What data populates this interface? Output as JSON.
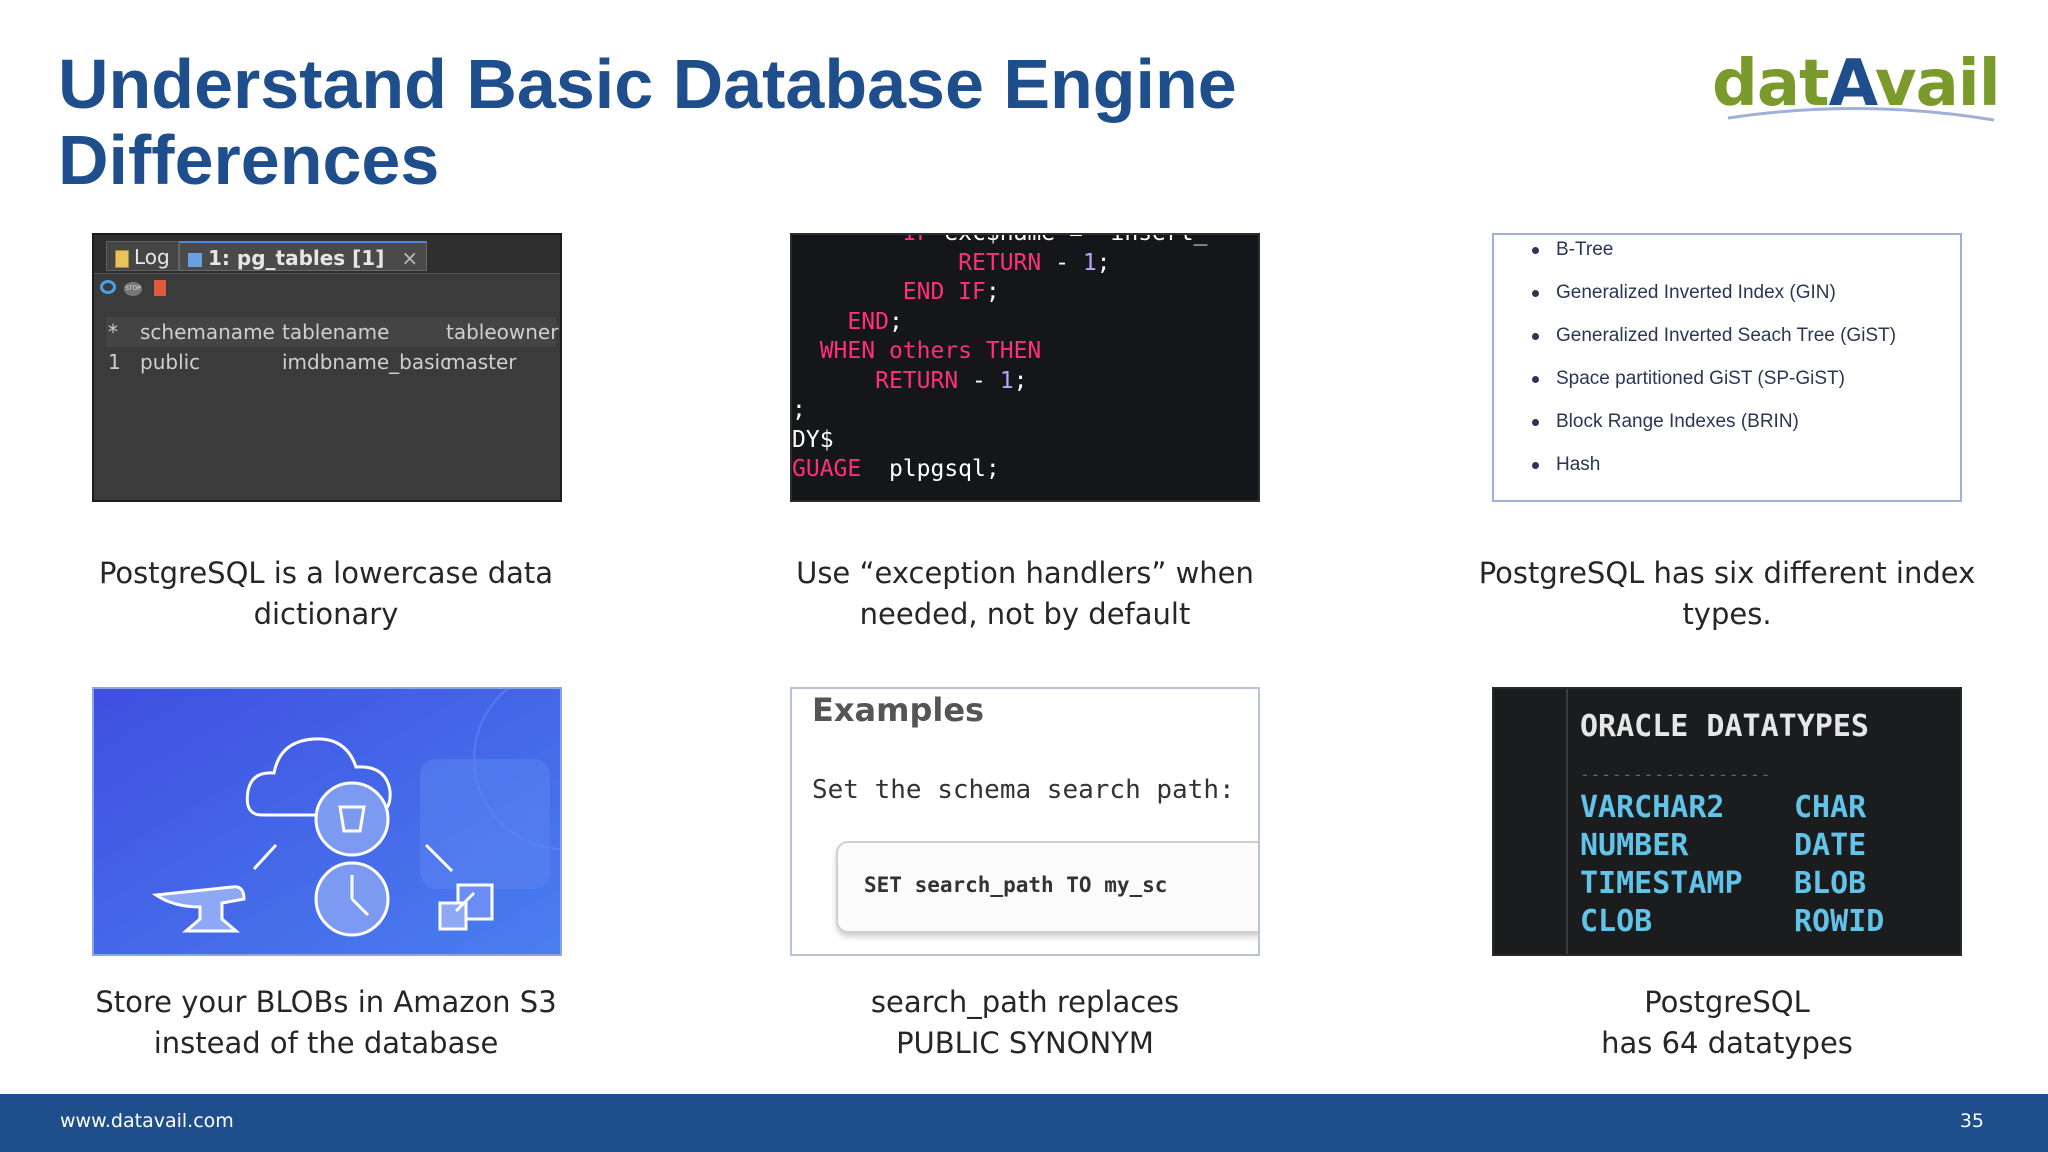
{
  "slide": {
    "title": "Understand Basic Database Engine Differences",
    "logo": {
      "text_left": "dat",
      "text_accent": "A",
      "text_right": "vail"
    },
    "footer": {
      "url": "www.datavail.com",
      "page_number": "35"
    },
    "colors": {
      "title": "#1f4e8c",
      "logo_green": "#7a9a2b",
      "footer_bg": "#1f4e8c"
    }
  },
  "tiles": {
    "pg_tables": {
      "tab_log": "Log",
      "tab_table": "1: pg_tables [1]",
      "close_glyph": "×",
      "stop_label": "STOP",
      "columns": [
        "*",
        "schemaname",
        "tablename",
        "tableowner"
      ],
      "rows": [
        [
          "1",
          "public",
          "imdbname_basic",
          "master"
        ]
      ]
    },
    "code": {
      "lines": [
        {
          "segments": [
            {
              "t": "        ",
              "c": ""
            },
            {
              "t": "IF",
              "c": "kw"
            },
            {
              "t": " exc$name = 'insert_",
              "c": ""
            }
          ]
        },
        {
          "segments": [
            {
              "t": "            ",
              "c": ""
            },
            {
              "t": "RETURN",
              "c": "kw"
            },
            {
              "t": " - ",
              "c": ""
            },
            {
              "t": "1",
              "c": "num"
            },
            {
              "t": ";",
              "c": ""
            }
          ]
        },
        {
          "segments": [
            {
              "t": "        ",
              "c": ""
            },
            {
              "t": "END IF",
              "c": "kw"
            },
            {
              "t": ";",
              "c": ""
            }
          ]
        },
        {
          "segments": [
            {
              "t": "    ",
              "c": ""
            },
            {
              "t": "END",
              "c": "kw"
            },
            {
              "t": ";",
              "c": ""
            }
          ]
        },
        {
          "segments": [
            {
              "t": "  ",
              "c": ""
            },
            {
              "t": "WHEN others THEN",
              "c": "kw"
            }
          ]
        },
        {
          "segments": [
            {
              "t": "      ",
              "c": ""
            },
            {
              "t": "RETURN",
              "c": "kw"
            },
            {
              "t": " - ",
              "c": ""
            },
            {
              "t": "1",
              "c": "num"
            },
            {
              "t": ";",
              "c": ""
            }
          ]
        },
        {
          "segments": [
            {
              "t": ";",
              "c": ""
            }
          ]
        },
        {
          "segments": [
            {
              "t": "DY$",
              "c": ""
            }
          ]
        },
        {
          "segments": [
            {
              "t": "GUAGE",
              "c": "kw"
            },
            {
              "t": "  plpgsql;",
              "c": ""
            }
          ]
        }
      ]
    },
    "index_types": {
      "items": [
        "B-Tree",
        "Generalized Inverted Index (GIN)",
        "Generalized Inverted Seach Tree (GiST)",
        "Space partitioned GiST (SP-GiST)",
        "Block Range Indexes (BRIN)",
        "Hash"
      ]
    },
    "examples": {
      "title": "Examples",
      "text": "Set the schema search path:",
      "code": "SET search_path TO my_sc"
    },
    "oracle": {
      "title": "ORACLE DATATYPES",
      "dashes": "------------------",
      "left": [
        "VARCHAR2",
        "NUMBER",
        "TIMESTAMP",
        "CLOB"
      ],
      "right": [
        "CHAR",
        "DATE",
        "BLOB",
        "ROWID"
      ]
    }
  },
  "captions": {
    "c1": "PostgreSQL is a lowercase data dictionary",
    "c2": "Use “exception handlers” when needed, not by default",
    "c3": "PostgreSQL has six different index types.",
    "c4": "Store your BLOBs in Amazon S3 instead of the database",
    "c5_line1": "search_path replaces",
    "c5_line2": "PUBLIC SYNONYM",
    "c6_line1": "PostgreSQL",
    "c6_line2": "has 64 datatypes"
  }
}
